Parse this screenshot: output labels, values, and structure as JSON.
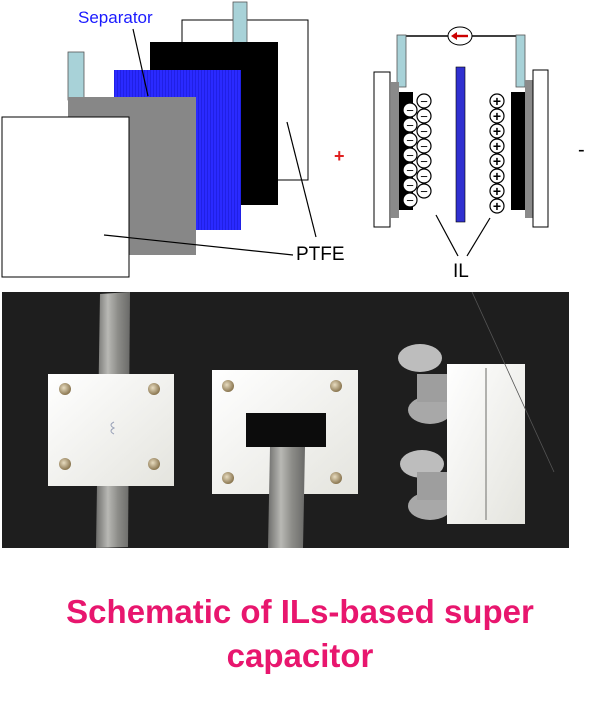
{
  "schematic": {
    "separator_label": "Separator",
    "ptfe_label": "PTFE",
    "il_label": "IL",
    "plus_sign": "+",
    "minus_sign": "-",
    "negative_ion": "−",
    "positive_ion": "+",
    "colors": {
      "separator_text": "#1a1aff",
      "separator_sheet": "#2a2aff",
      "electrode": "#000000",
      "ptfe_frame": "#878787",
      "plus_sign": "#e02020",
      "current_arrow": "#cc0000",
      "center_separator": "#3030d0",
      "tab": "#a8d2d8"
    }
  },
  "photo": {
    "colors": {
      "background": "#1a1a1a",
      "ptfe_block": "#f2f2ee",
      "aluminum_strip": "#9a9a98",
      "screw": "#c8b48a",
      "wing_nut": "#b8b8b8"
    }
  },
  "caption": {
    "line1": "Schematic of ILs-based super",
    "line2": "capacitor",
    "color": "#e8166e"
  }
}
